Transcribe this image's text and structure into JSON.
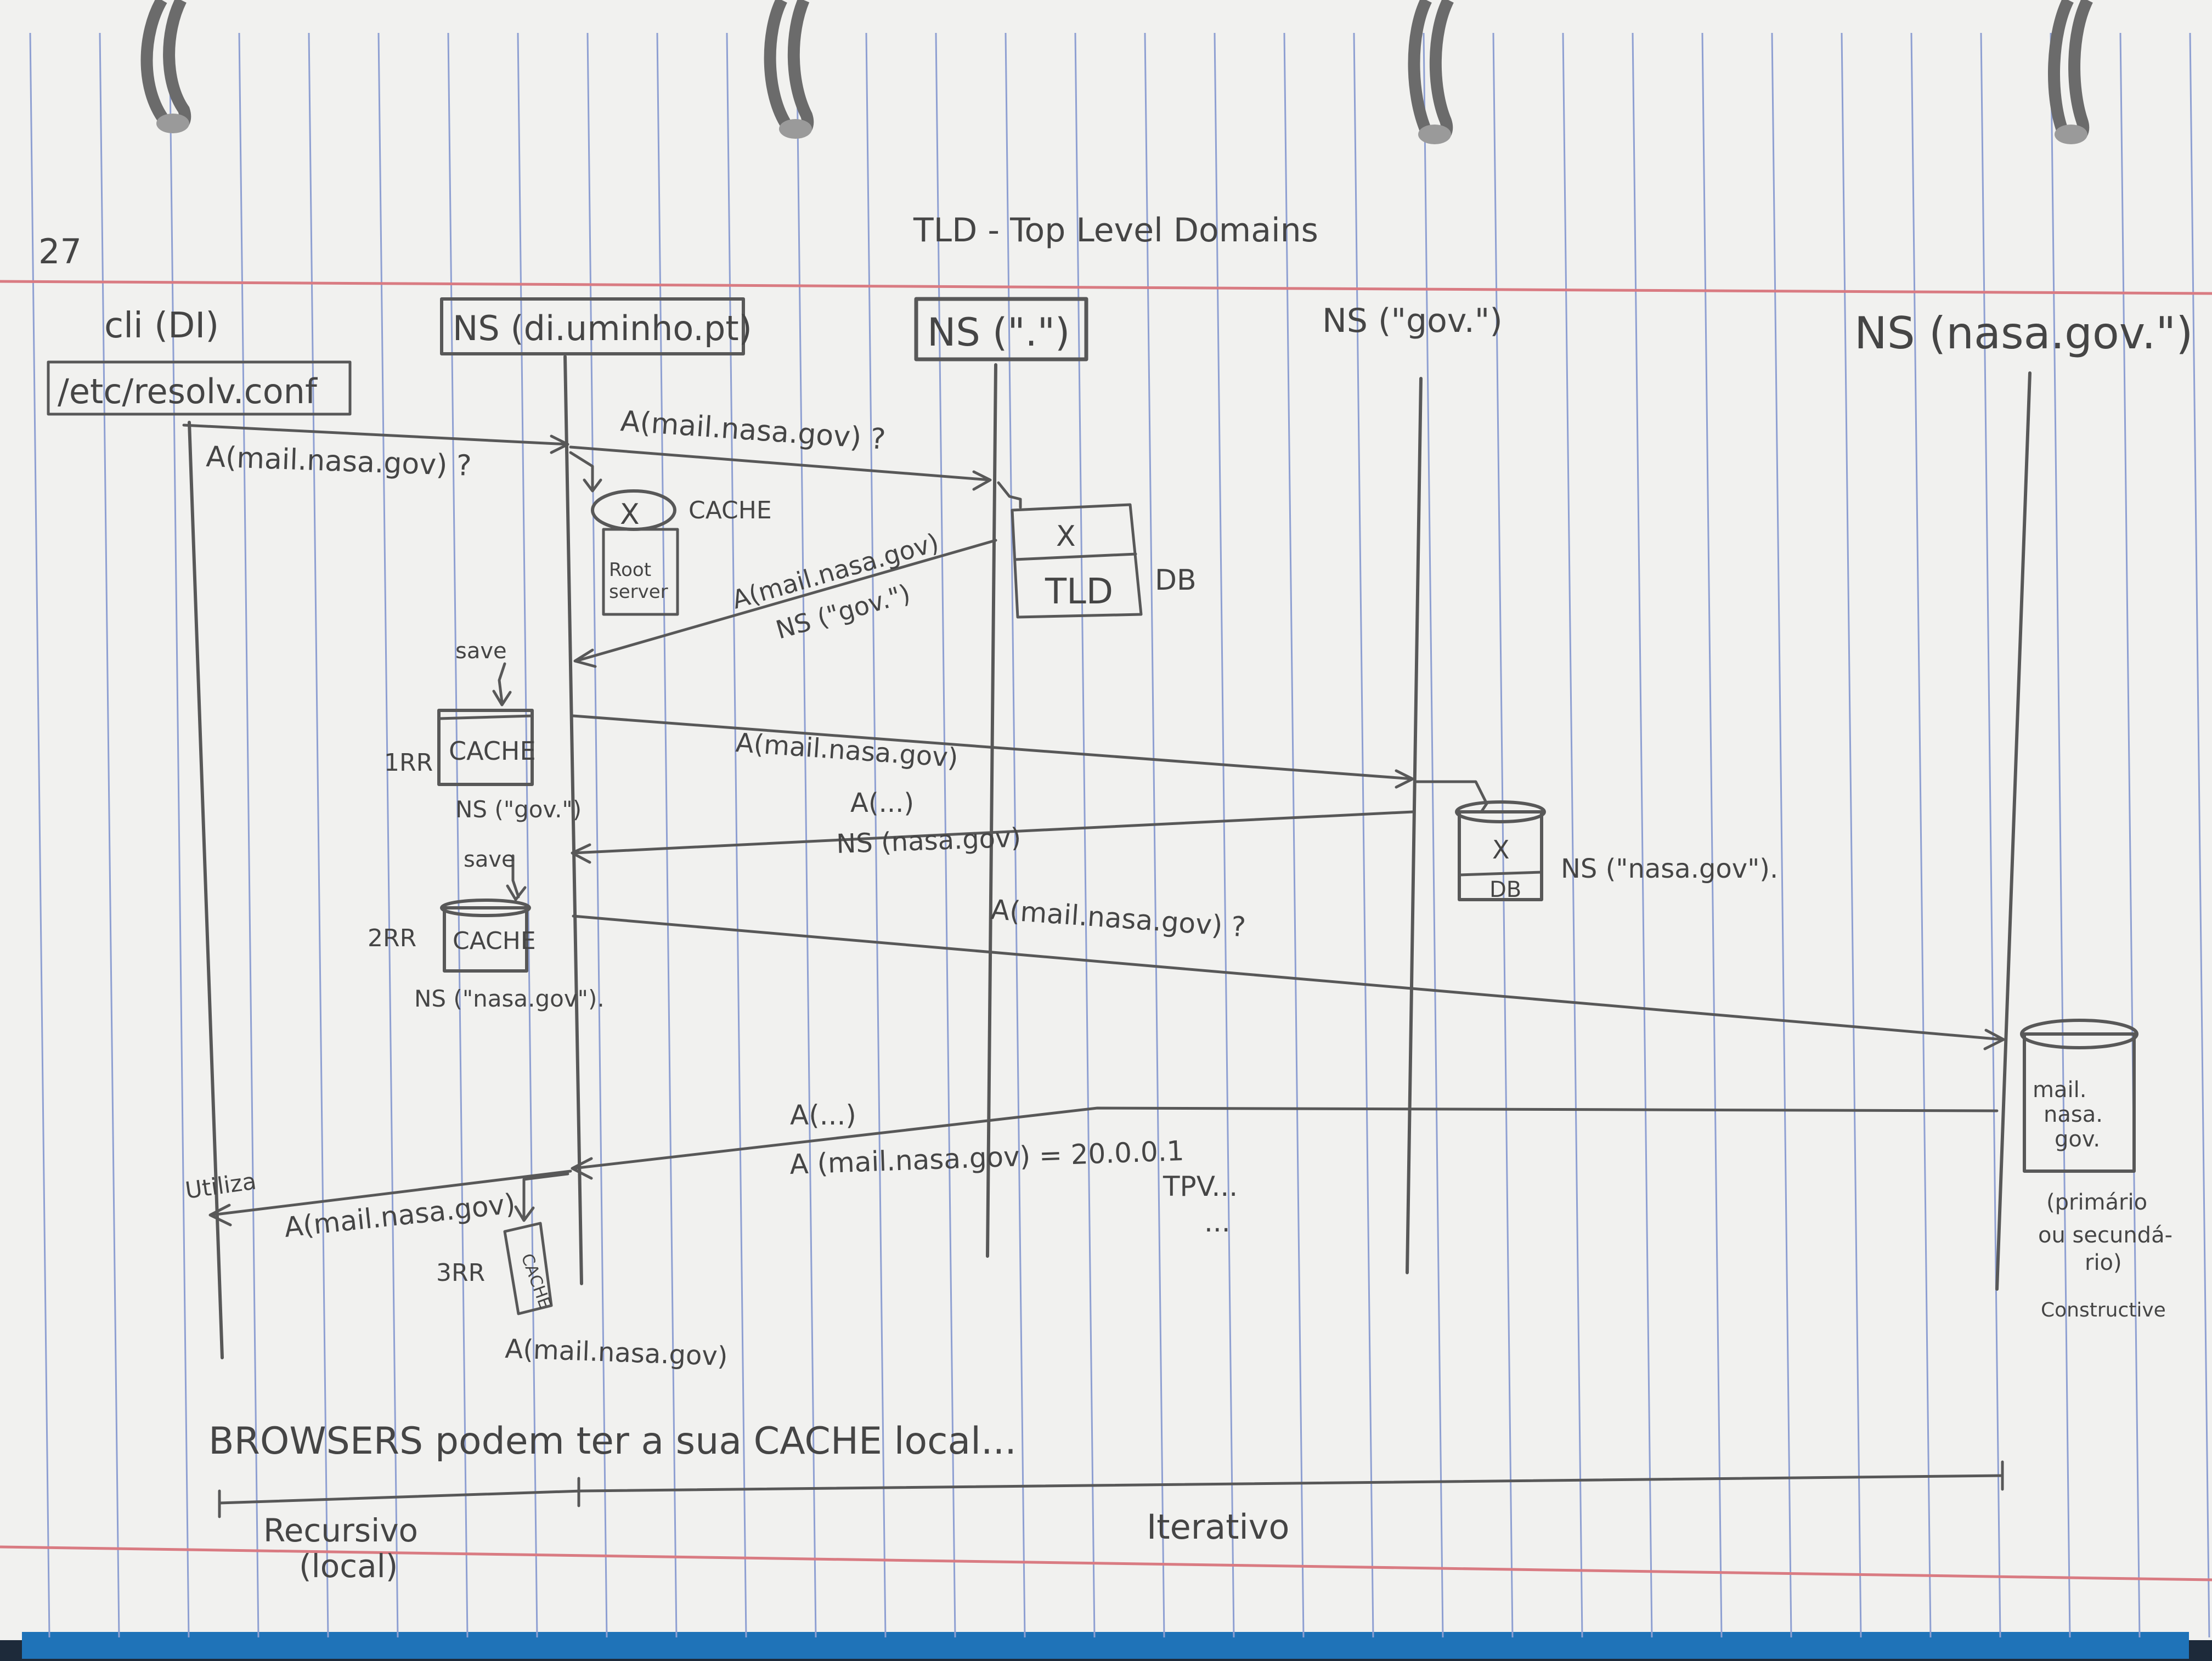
{
  "page": {
    "number": "27",
    "title": "TLD - Top Level Domains"
  },
  "colors": {
    "paper": "#f1f1ef",
    "blue_rule": "#8fa0d2",
    "red_margin": "#d97b82",
    "pencil": "#585858",
    "background": "#1d2a3a",
    "stripe": "#1f73b8"
  },
  "actors": [
    {
      "id": "client",
      "label": "cli (DI)"
    },
    {
      "id": "local_ns",
      "label": "NS (di.uminho.pt)"
    },
    {
      "id": "root_ns",
      "label": "NS (\".\")"
    },
    {
      "id": "gov_ns",
      "label": "NS (\"gov.\")"
    },
    {
      "id": "nasa_ns",
      "label": "NS (nasa.gov.\")"
    }
  ],
  "resolv_conf": "/etc/resolv.conf",
  "messages": {
    "q1": "A(mail.nasa.gov) ?",
    "q2": "A(mail.nasa.gov) ?",
    "r1_line1": "A(mail.nasa.gov)",
    "r1_line2": "NS (\"gov.\")",
    "q3": "A(mail.nasa.gov)",
    "r2_line1": "A(...)",
    "r2_line2": "NS (nasa.gov)",
    "q4": "A(mail.nasa.gov) ?",
    "r3_line1": "A(...)",
    "r3_line2": "A (mail.nasa.gov) = 20.0.0.1",
    "r3_line3": "TPV...",
    "r3_line4": "...",
    "final": "A(mail.nasa.gov)"
  },
  "local_ns": {
    "cache_label": "CACHE",
    "x_mark": "X",
    "root_server_line1": "Root",
    "root_server_line2": "server",
    "save1": "save",
    "cache1_label": "CACHE",
    "rr1": "1RR",
    "rr1_content": "NS (\"gov.\")",
    "save2": "save",
    "cache2_label": "CACHE",
    "rr2": "2RR",
    "rr2_content": "NS (\"nasa.gov\").",
    "cache3_label": "CACHE",
    "rr3": "3RR",
    "bottom_text": "A(mail.nasa.gov)"
  },
  "root_ns": {
    "x_mark": "X",
    "tld_label": "TLD",
    "db_label": "DB"
  },
  "gov_ns": {
    "x_mark": "X",
    "db_label": "DB",
    "ns_record": "NS (\"nasa.gov\")."
  },
  "nasa_ns": {
    "db_line1": "mail.",
    "db_line2": "nasa.",
    "db_line3": "gov.",
    "note_line1": "(primário",
    "note_line2": "ou secundá-",
    "note_line3": "rio)",
    "note_line4": "Constructive"
  },
  "client": {
    "utiliza": "Utiliza"
  },
  "footer": {
    "browsers_note": "BROWSERS podem ter a sua CACHE local...",
    "recursive_line1": "Recursivo",
    "recursive_line2": "(local)",
    "iterative": "Iterativo"
  }
}
